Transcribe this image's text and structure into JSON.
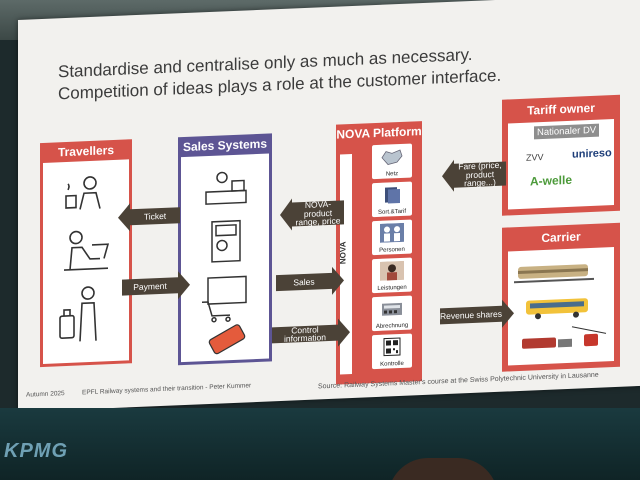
{
  "slide": {
    "title_line1": "Standardise and centralise only as much as necessary.",
    "title_line2": "Competition of ideas plays a role at the customer interface.",
    "travellers": {
      "heading": "Travellers"
    },
    "sales_systems": {
      "heading": "Sales Systems"
    },
    "nova": {
      "heading": "NOVA Platform",
      "vertical_label": "NOVA",
      "tiles": [
        "Netz",
        "Sort.&Tarif",
        "Personen",
        "Leistungen",
        "Abrechnung",
        "Kontrolle"
      ]
    },
    "tariff_owner": {
      "heading": "Tariff owner",
      "logos": [
        "Nationaler DV",
        "ZVV",
        "unireso",
        "A-welle"
      ]
    },
    "carrier": {
      "heading": "Carrier"
    },
    "arrows": {
      "ticket": "Ticket",
      "payment": "Payment",
      "nova_product": "NOVA-product range, price",
      "sales": "Sales",
      "control": "Control information",
      "fare": "Fare (price, product range...)",
      "revenue": "Revenue shares"
    },
    "footer_left": "Autumn 2025",
    "footer_course": "EPFL Railway systems and their transition - Peter Kummer",
    "source": "Source: Railway Systems Master's course at the Swiss Polytechnic University in Lausanne"
  },
  "room": {
    "brand": "KPMG"
  },
  "colors": {
    "accent_red": "#d6534a",
    "accent_purple": "#5d5594",
    "arrow_brown": "#4b4237"
  }
}
